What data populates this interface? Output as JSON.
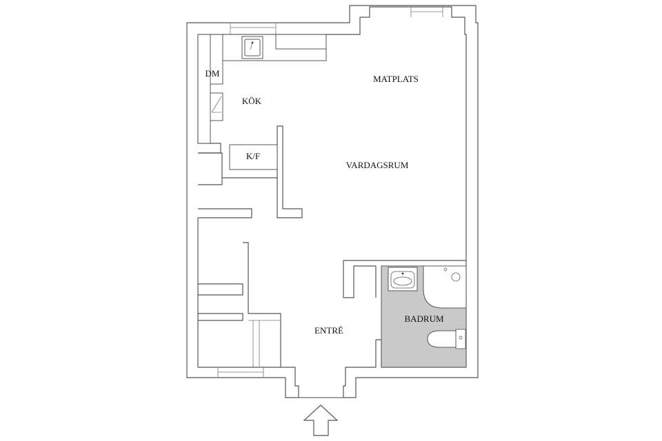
{
  "floor_plan": {
    "rooms": {
      "dm": "DM",
      "kok": "KÖK",
      "kf": "K/F",
      "matplats": "MATPLATS",
      "vardagsrum": "VARDAGSRUM",
      "entre": "ENTRÉ",
      "badrum": "BADRUM"
    },
    "colors": {
      "wall": "#555555",
      "badrum_fill": "#c9c9c9",
      "background": "#ffffff"
    },
    "icons": [
      "entrance-arrow-icon",
      "kitchen-sink-icon",
      "washbasin-icon",
      "toilet-icon",
      "shower-icon"
    ]
  }
}
